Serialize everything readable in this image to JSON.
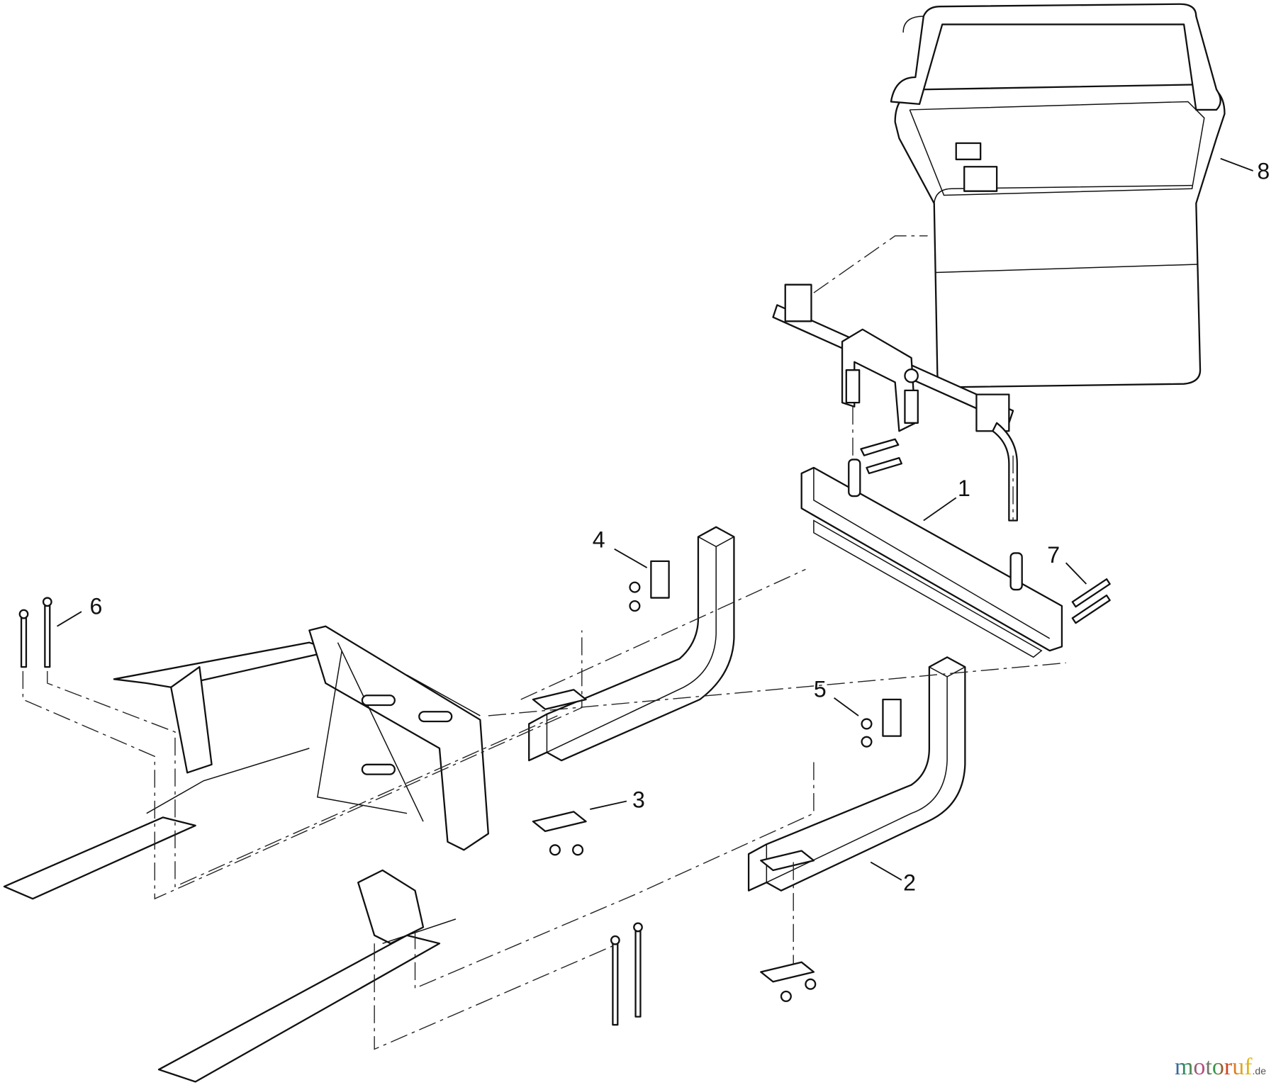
{
  "diagram": {
    "callouts": [
      "1",
      "2",
      "3",
      "4",
      "5",
      "6",
      "7",
      "8"
    ],
    "watermark": {
      "name": "motoruf",
      "suffix": ".de"
    }
  }
}
